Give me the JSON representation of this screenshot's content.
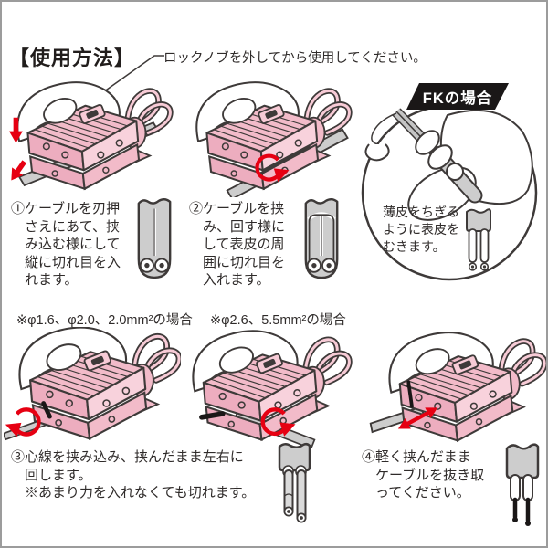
{
  "title": "【使用方法】",
  "lock_note": "ロックノブを外してから使用してください。",
  "steps": {
    "step1": "①ケーブルを刃押\nさえにあて、挟\nみ込む様にして\n縦に切れ目を入\nれます。",
    "step2": "②ケーブルを挟\nみ、回す様に\nして表皮の周\n囲に切れ目を\n入れます。",
    "step3": "③心線を挟み込み、挟んだまま左右に\n回します。\n※あまり力を入れなくても切れます。",
    "step4": "④軽く挟んだまま\nケーブルを抜き取\nってください。"
  },
  "size_notes": {
    "small": "※φ1.6、φ2.0、2.0mm²の場合",
    "large": "※φ2.6、5.5mm²の場合"
  },
  "fk": {
    "label": "FKの場合",
    "text": "薄皮をちぎる\nように表皮を\nむきます。"
  },
  "icons": {
    "down_arrow": "red press-down arrow",
    "rotate_arrow": "red curved rotation arrow",
    "pull_arrow": "red double-headed pull-out arrow",
    "hand": "hand holding stripper tool",
    "cable_cross_section": "cable end view with two cores"
  },
  "colors": {
    "tool_pink": "#f2bbc9",
    "tool_pink_light": "#f8d2dc",
    "tool_pink_dark": "#edadbf",
    "cable_gray": "#cdcdcd",
    "line_dark": "#3e3a39",
    "accent_red": "#e60012",
    "label_bg": "#1a1717"
  }
}
